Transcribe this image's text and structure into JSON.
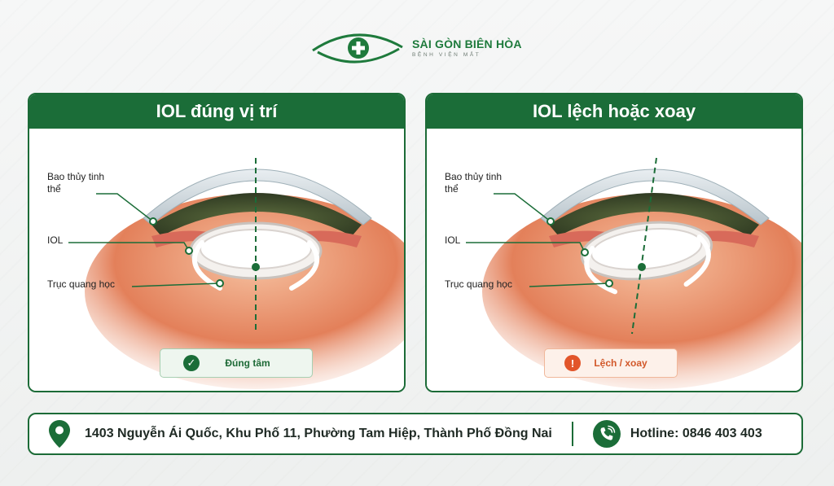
{
  "brand": {
    "name": "SÀI GÒN BIÊN HÒA",
    "subtitle": "BỆNH VIỆN MẮT"
  },
  "panels": [
    {
      "title": "IOL đúng vị trí",
      "labels": {
        "capsule": "Bao thủy tinh thể",
        "iol": "IOL",
        "axis": "Trục quang học"
      },
      "status": "Đúng tâm",
      "status_icon": "check-icon",
      "status_color": "#1b6d38"
    },
    {
      "title": "IOL lệch hoặc xoay",
      "labels": {
        "capsule": "Bao thủy tinh thể",
        "iol": "IOL",
        "axis": "Trục quang học"
      },
      "status": "Lệch / xoay",
      "status_icon": "exclamation-icon",
      "status_color": "#e2552a"
    }
  ],
  "footer": {
    "address": "1403 Nguyễn Ái Quốc, Khu Phố 11, Phường Tam Hiệp, Thành Phố Đồng Nai",
    "hotline": "Hotline: 0846 403 403"
  },
  "colors": {
    "brand_green": "#1b6d38",
    "warning_orange": "#e2552a"
  }
}
